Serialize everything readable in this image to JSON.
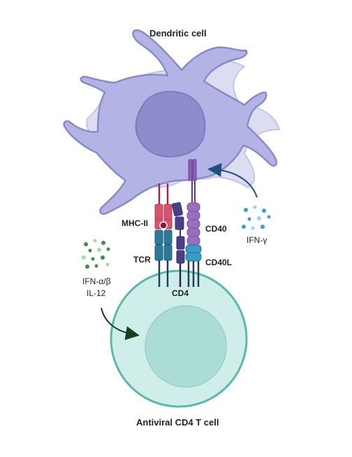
{
  "labels": {
    "dendritic_cell": "Dendritic cell",
    "t_cell": "Antiviral CD4 T cell",
    "mhc_ii": "MHC-II",
    "tcr": "TCR",
    "cd4": "CD4",
    "cd40": "CD40",
    "cd40l": "CD40L",
    "ifn_gamma": "IFN-γ",
    "ifn_ab": "IFN-α/β",
    "il12": "IL-12"
  },
  "colors": {
    "dc_body": "#b3b3e6",
    "dc_outline": "#8a8ac9",
    "dc_nucleus": "#8e8ccb",
    "dc_shadow": "#d5d5ee",
    "t_cell_body": "#cfeeea",
    "t_cell_outline": "#5cb8ad",
    "t_cell_nucleus": "#abdcd6",
    "mhc": "#d9536e",
    "tcr": "#2b7a9a",
    "cd4": "#4b3f8a",
    "cd40": "#9b6fc0",
    "cd40l": "#3a9ac4",
    "ifn_gamma_dots": "#3aa3c9",
    "ifn_ab_dots": "#3c8f4e"
  }
}
